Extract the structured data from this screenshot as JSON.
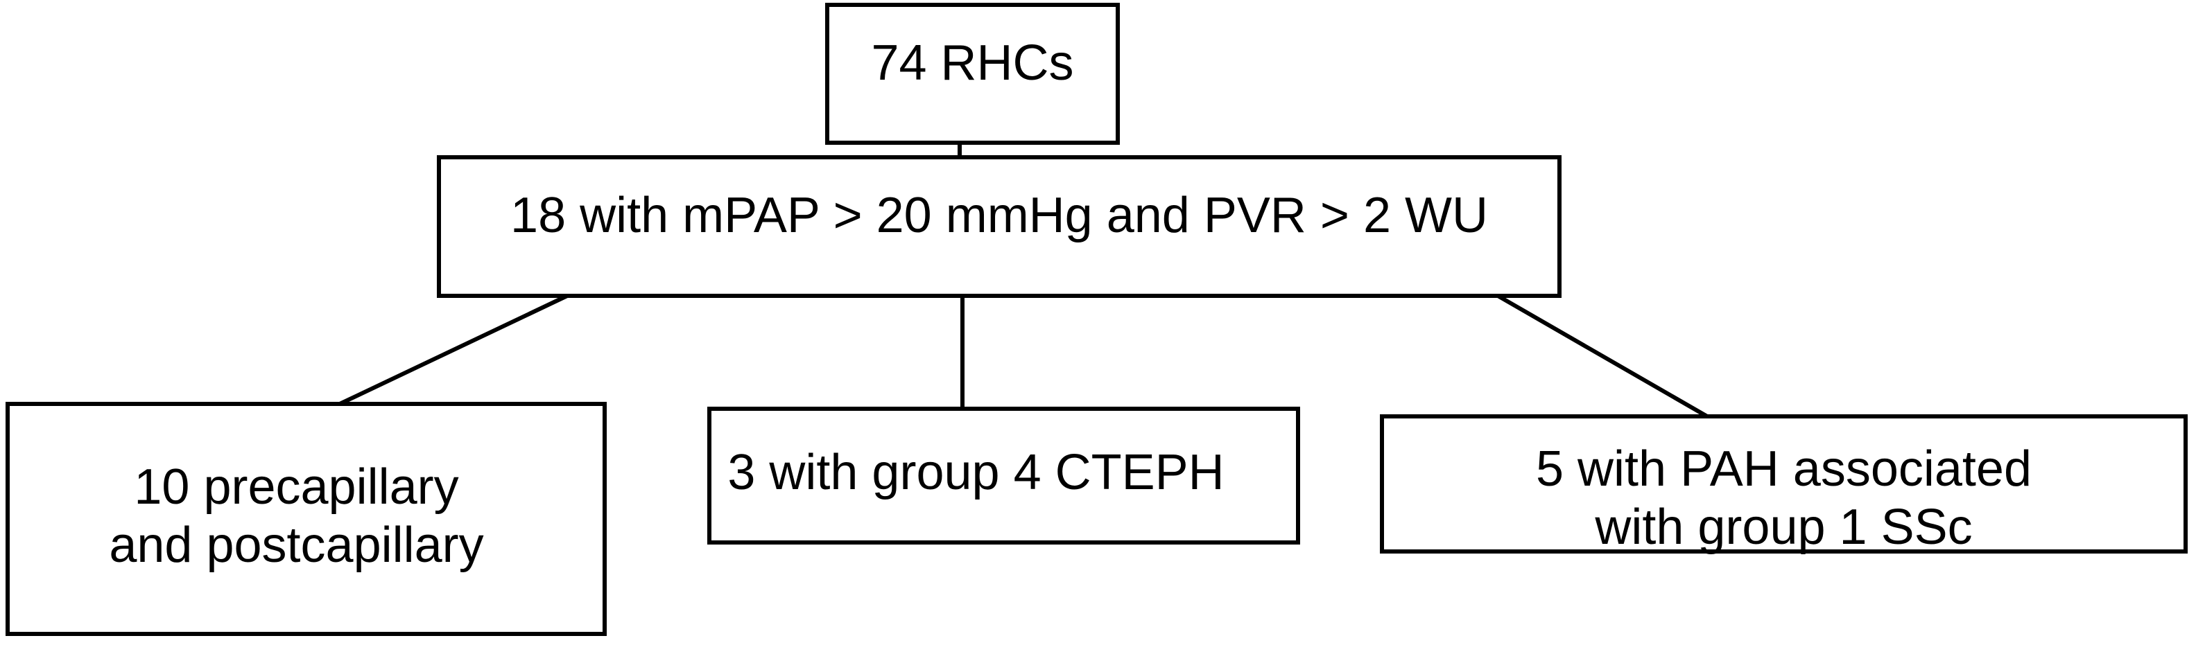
{
  "diagram": {
    "type": "flowchart",
    "background_color": "#ffffff",
    "line_color": "#000000",
    "text_color": "#000000",
    "nodes": {
      "rhcs": {
        "label": "74 RHCs"
      },
      "criteria": {
        "label": "18 with mPAP > 20 mmHg and PVR > 2 WU"
      },
      "precap": {
        "line1": "10 precapillary",
        "line2": "and postcapillary"
      },
      "cteph": {
        "label": "3 with group 4 CTEPH"
      },
      "pah": {
        "line1": "5 with PAH associated",
        "line2": "with group 1 SSc"
      }
    },
    "edges": [
      {
        "from": "rhcs",
        "to": "criteria"
      },
      {
        "from": "criteria",
        "to": "precap"
      },
      {
        "from": "criteria",
        "to": "cteph"
      },
      {
        "from": "criteria",
        "to": "pah"
      }
    ]
  }
}
